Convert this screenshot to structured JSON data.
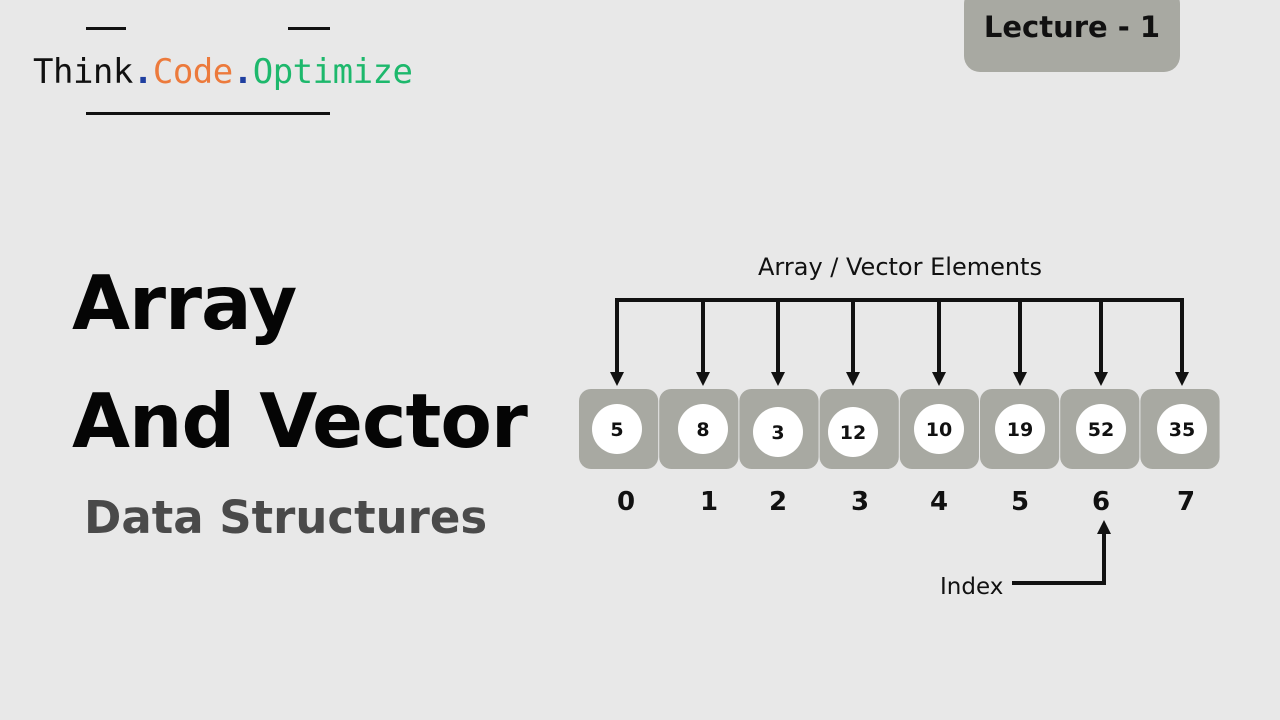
{
  "logo": {
    "think": "Think",
    "dot": ".",
    "code": "Code",
    "optimize": "Optimize"
  },
  "badge": {
    "label": "Lecture - 1"
  },
  "title": {
    "line1": "Array",
    "line2": "And Vector",
    "subtitle": "Data Structures"
  },
  "diagram": {
    "elements_label": "Array / Vector Elements",
    "values": [
      "5",
      "8",
      "3",
      "12",
      "10",
      "19",
      "52",
      "35"
    ],
    "indices": [
      "0",
      "1",
      "2",
      "3",
      "4",
      "5",
      "6",
      "7"
    ],
    "index_label": "Index",
    "index_pointer_target": 6,
    "colors": {
      "cell": "#a8a9a2",
      "circle": "#ffffff",
      "ink": "#111111"
    }
  }
}
